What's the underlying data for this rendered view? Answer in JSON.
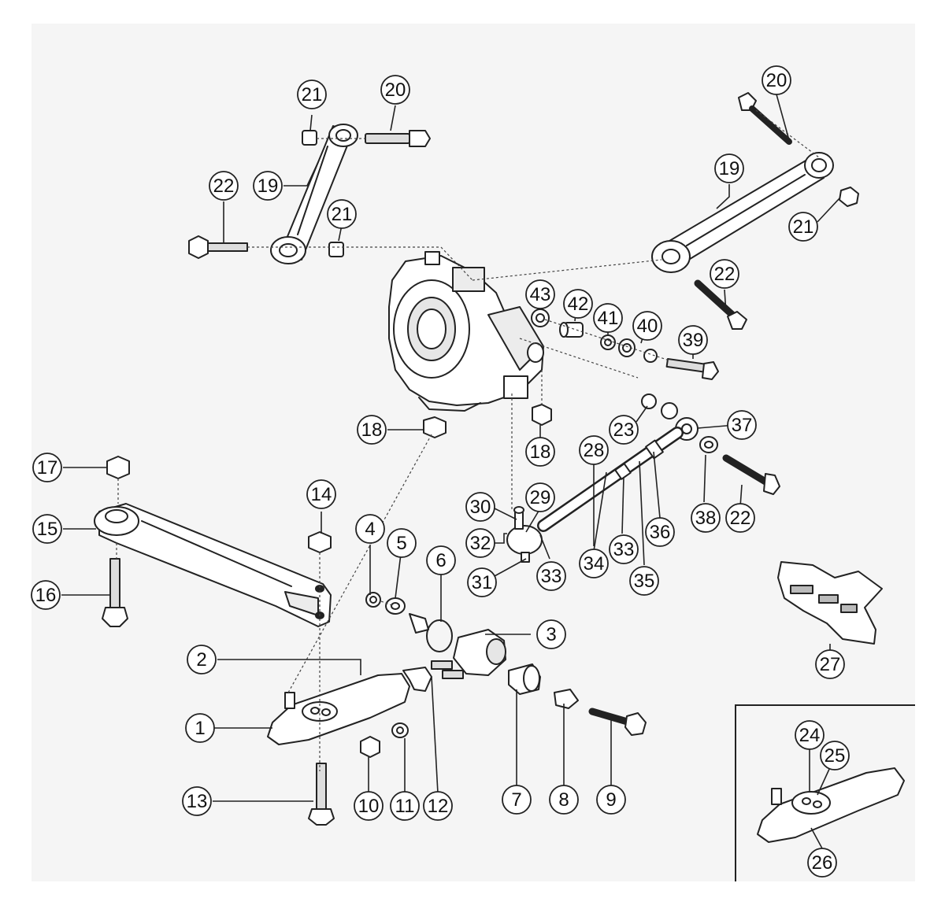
{
  "diagram": {
    "colors": {
      "background": "#ffffff",
      "panel": "#f5f5f5",
      "line": "#222222",
      "part_fill": "#ffffff",
      "shade": "#d9d9d9"
    },
    "callouts": [
      {
        "id": "c1",
        "label": "1"
      },
      {
        "id": "c2",
        "label": "2"
      },
      {
        "id": "c3",
        "label": "3"
      },
      {
        "id": "c4",
        "label": "4"
      },
      {
        "id": "c5",
        "label": "5"
      },
      {
        "id": "c6",
        "label": "6"
      },
      {
        "id": "c7",
        "label": "7"
      },
      {
        "id": "c8",
        "label": "8"
      },
      {
        "id": "c9",
        "label": "9"
      },
      {
        "id": "c10",
        "label": "10"
      },
      {
        "id": "c11",
        "label": "11"
      },
      {
        "id": "c12",
        "label": "12"
      },
      {
        "id": "c13",
        "label": "13"
      },
      {
        "id": "c14",
        "label": "14"
      },
      {
        "id": "c15",
        "label": "15"
      },
      {
        "id": "c16",
        "label": "16"
      },
      {
        "id": "c17",
        "label": "17"
      },
      {
        "id": "c18a",
        "label": "18"
      },
      {
        "id": "c18b",
        "label": "18"
      },
      {
        "id": "c19a",
        "label": "19"
      },
      {
        "id": "c19b",
        "label": "19"
      },
      {
        "id": "c20a",
        "label": "20"
      },
      {
        "id": "c20b",
        "label": "20"
      },
      {
        "id": "c21a",
        "label": "21"
      },
      {
        "id": "c21b",
        "label": "21"
      },
      {
        "id": "c21c",
        "label": "21"
      },
      {
        "id": "c22a",
        "label": "22"
      },
      {
        "id": "c22b",
        "label": "22"
      },
      {
        "id": "c22c",
        "label": "22"
      },
      {
        "id": "c23",
        "label": "23"
      },
      {
        "id": "c24",
        "label": "24"
      },
      {
        "id": "c25",
        "label": "25"
      },
      {
        "id": "c26",
        "label": "26"
      },
      {
        "id": "c27",
        "label": "27"
      },
      {
        "id": "c28",
        "label": "28"
      },
      {
        "id": "c29",
        "label": "29"
      },
      {
        "id": "c30",
        "label": "30"
      },
      {
        "id": "c31",
        "label": "31"
      },
      {
        "id": "c32",
        "label": "32"
      },
      {
        "id": "c33a",
        "label": "33"
      },
      {
        "id": "c33b",
        "label": "33"
      },
      {
        "id": "c34",
        "label": "34"
      },
      {
        "id": "c35",
        "label": "35"
      },
      {
        "id": "c36",
        "label": "36"
      },
      {
        "id": "c37",
        "label": "37"
      },
      {
        "id": "c38",
        "label": "38"
      },
      {
        "id": "c39",
        "label": "39"
      },
      {
        "id": "c40",
        "label": "40"
      },
      {
        "id": "c41",
        "label": "41"
      },
      {
        "id": "c42",
        "label": "42"
      },
      {
        "id": "c43",
        "label": "43"
      }
    ]
  }
}
